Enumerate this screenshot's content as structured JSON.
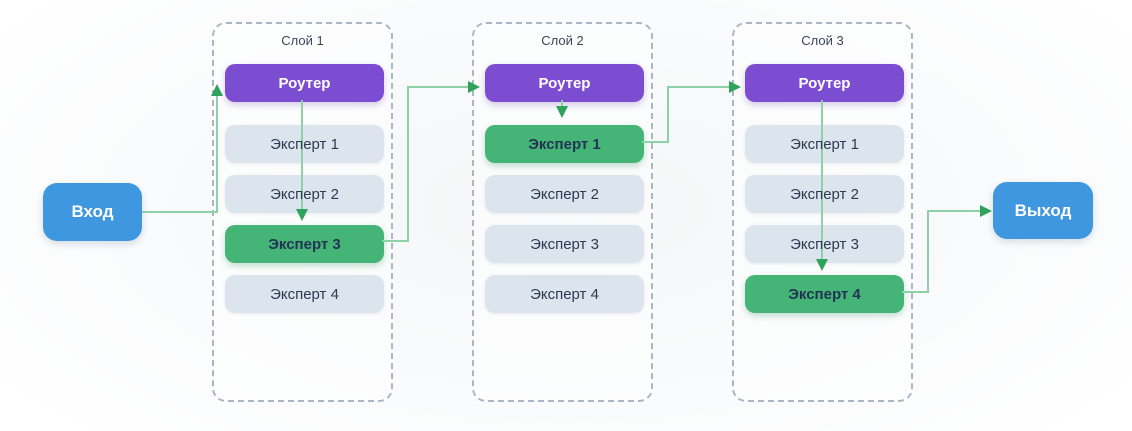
{
  "diagram": {
    "input_label": "Вход",
    "output_label": "Выход",
    "layers": [
      {
        "title": "Слой 1",
        "router_label": "Роутер",
        "experts": [
          {
            "label": "Эксперт 1",
            "selected": false
          },
          {
            "label": "Эксперт 2",
            "selected": false
          },
          {
            "label": "Эксперт 3",
            "selected": true
          },
          {
            "label": "Эксперт 4",
            "selected": false
          }
        ]
      },
      {
        "title": "Слой 2",
        "router_label": "Роутер",
        "experts": [
          {
            "label": "Эксперт 1",
            "selected": true
          },
          {
            "label": "Эксперт 2",
            "selected": false
          },
          {
            "label": "Эксперт 3",
            "selected": false
          },
          {
            "label": "Эксперт 4",
            "selected": false
          }
        ]
      },
      {
        "title": "Слой 3",
        "router_label": "Роутер",
        "experts": [
          {
            "label": "Эксперт 1",
            "selected": false
          },
          {
            "label": "Эксперт 2",
            "selected": false
          },
          {
            "label": "Эксперт 3",
            "selected": false
          },
          {
            "label": "Эксперт 4",
            "selected": true
          }
        ]
      }
    ],
    "colors": {
      "io_blue": "#3f97e0",
      "router_purple": "#7c4dd1",
      "expert_selected_green": "#45b577",
      "expert_idle_gray": "#dce4ee",
      "arrow_line_green": "#8ed1a6",
      "arrow_head_green": "#2fa35c",
      "dashed_border": "#aab6c6"
    }
  }
}
